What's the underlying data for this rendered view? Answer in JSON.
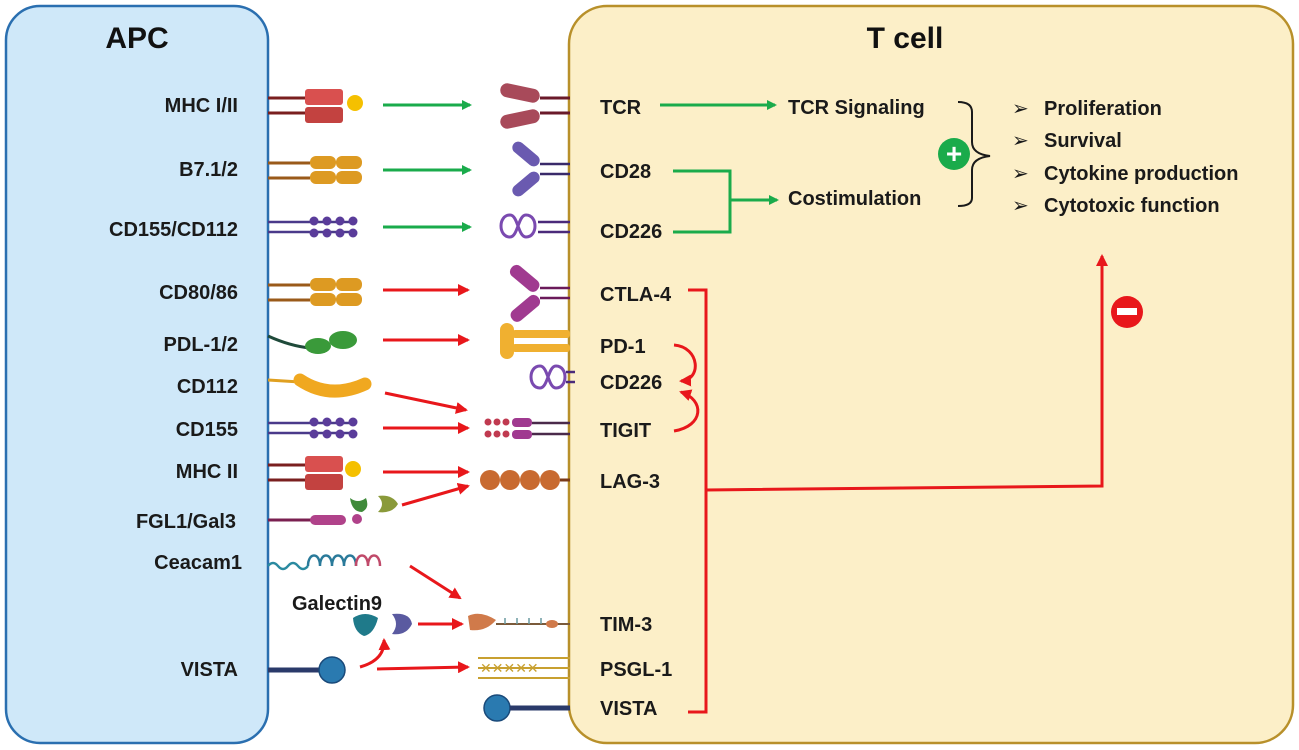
{
  "diagram": {
    "apc_panel": {
      "title": "APC",
      "fill": "#cfe8f9",
      "stroke": "#2a6fb0"
    },
    "tcell_panel": {
      "title": "T cell",
      "fill": "#fcefc8",
      "stroke": "#b8902a"
    },
    "apc_labels": {
      "mhc_i_ii": "MHC I/II",
      "b7": "B7.1/2",
      "cd155_cd112": "CD155/CD112",
      "cd80_86": "CD80/86",
      "pdl": "PDL-1/2",
      "cd112": "CD112",
      "cd155": "CD155",
      "mhc_ii": "MHC II",
      "fgl1_gal3": "FGL1/Gal3",
      "ceacam1": "Ceacam1",
      "galectin9": "Galectin9",
      "vista": "VISTA"
    },
    "tcell_labels": {
      "tcr": "TCR",
      "cd28": "CD28",
      "cd226_top": "CD226",
      "ctla4": "CTLA-4",
      "pd1": "PD-1",
      "cd226_mid": "CD226",
      "tigit": "TIGIT",
      "lag3": "LAG-3",
      "tim3": "TIM-3",
      "psgl1": "PSGL-1",
      "vista": "VISTA"
    },
    "signaling": {
      "tcr_signaling": "TCR Signaling",
      "costimulation": "Costimulation",
      "plus_symbol": "+",
      "minus_symbol": "−"
    },
    "outcomes": [
      "Proliferation",
      "Survival",
      "Cytokine production",
      "Cytotoxic function"
    ],
    "outcome_bullet": "➢",
    "colors": {
      "activating": "#1aab4b",
      "inhibitory": "#e8171b",
      "plus_badge": "#1aab4b",
      "minus_badge": "#e8171b"
    }
  }
}
